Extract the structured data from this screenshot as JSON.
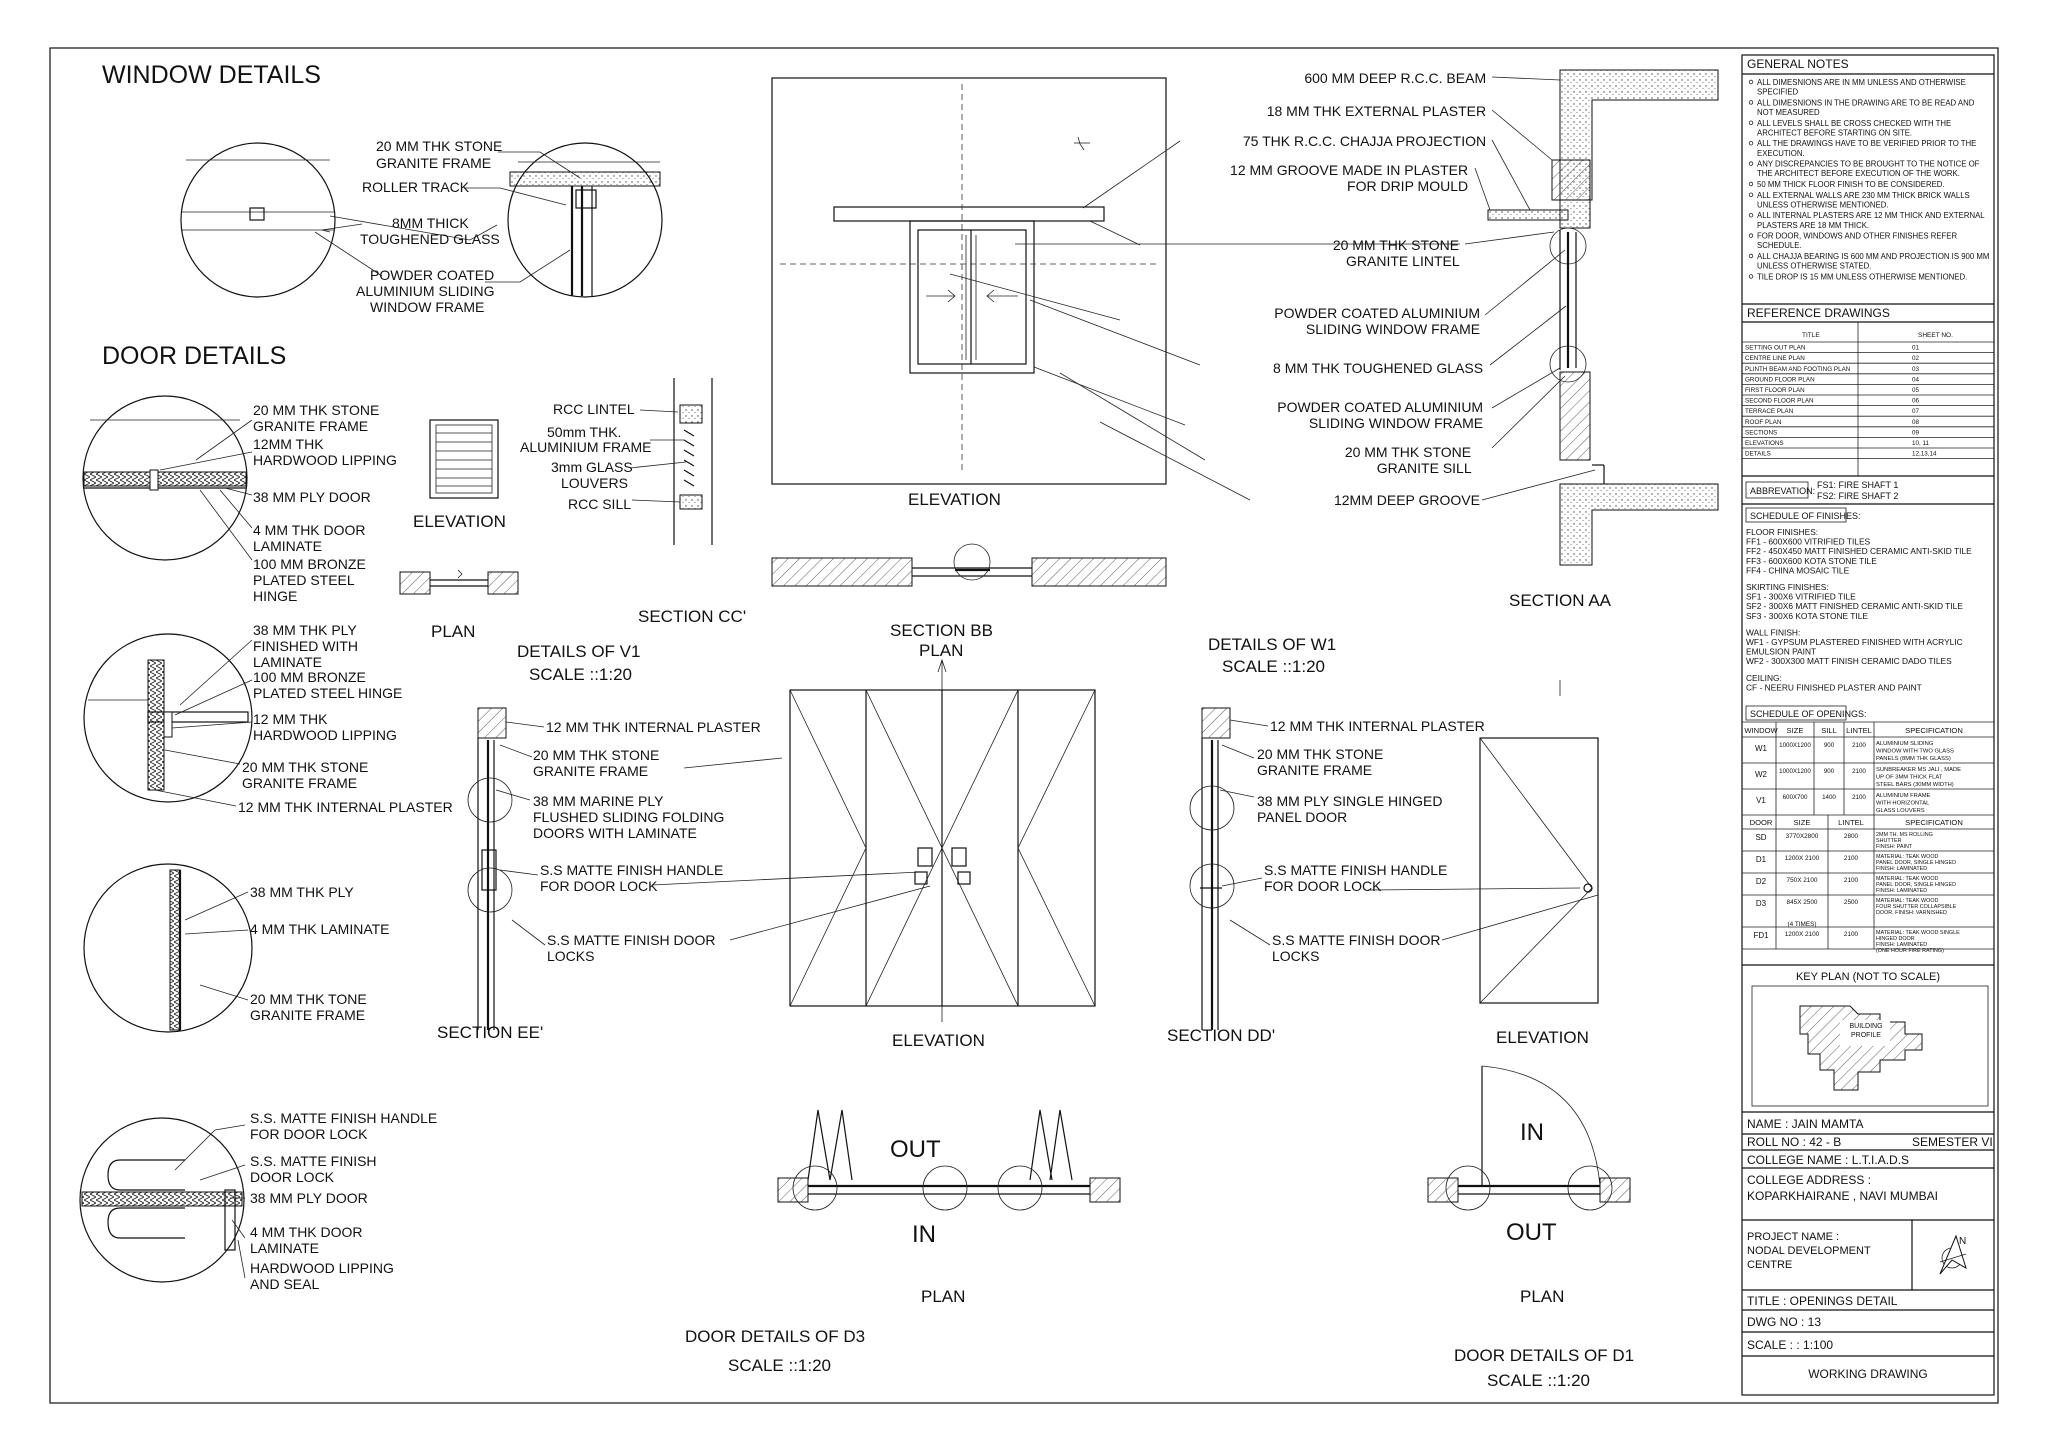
{
  "titles": {
    "window_details": "WINDOW DETAILS",
    "door_details": "DOOR DETAILS"
  },
  "window_detail": {
    "l1": "20 MM THK STONE",
    "l2": "GRANITE FRAME",
    "l3": "ROLLER TRACK",
    "l4": "8MM THICK",
    "l5": "TOUGHENED GLASS",
    "l6": "POWDER COATED",
    "l7": "ALUMINIUM SLIDING",
    "l8": "WINDOW FRAME"
  },
  "door_detail_1": {
    "l1": "20 MM THK STONE",
    "l2": "GRANITE FRAME",
    "l3": "12MM THK",
    "l4": "HARDWOOD LIPPING",
    "l5": "38 MM  PLY DOOR",
    "l6": "4 MM THK DOOR",
    "l7": "LAMINATE",
    "l8": "100 MM BRONZE",
    "l9": "PLATED STEEL",
    "l10": "HINGE"
  },
  "door_detail_2": {
    "l1": "38 MM THK PLY",
    "l2": "FINISHED WITH",
    "l3": "LAMINATE",
    "l4": "100 MM BRONZE",
    "l5": "PLATED STEEL HINGE",
    "l6": "12 MM THK",
    "l7": "HARDWOOD LIPPING",
    "l8": "20 MM THK STONE",
    "l9": "GRANITE FRAME",
    "l10": "12 MM THK INTERNAL PLASTER"
  },
  "door_detail_3": {
    "l1": "38 MM THK PLY",
    "l2": "4 MM THK LAMINATE",
    "l3": "20 MM THK TONE",
    "l4": "GRANITE FRAME"
  },
  "door_detail_4": {
    "l1": "S.S. MATTE FINISH HANDLE",
    "l2": "FOR DOOR LOCK",
    "l3": "S.S. MATTE FINISH",
    "l4": "DOOR LOCK",
    "l5": "38 MM PLY DOOR",
    "l6": "4 MM THK DOOR",
    "l7": "LAMINATE",
    "l8": "HARDWOOD LIPPING",
    "l9": "AND SEAL"
  },
  "v1": {
    "l1": "RCC LINTEL",
    "l2": "50mm THK.",
    "l3": "ALUMINIUM FRAME",
    "l4": "3mm GLASS",
    "l5": "LOUVERS",
    "l6": "RCC SILL",
    "elevation": "ELEVATION",
    "plan": "PLAN",
    "section_cc": "SECTION CC'"
  },
  "w1_elev": {
    "elevation": "ELEVATION",
    "section_bb": "SECTION  BB",
    "plan": "PLAN",
    "l1": "600 MM DEEP R.C.C. BEAM",
    "l2": "18 MM THK EXTERNAL PLASTER",
    "l3": "75 THK R.C.C. CHAJJA PROJECTION",
    "l4": "12 MM GROOVE MADE IN PLASTER",
    "l5": "FOR DRIP MOULD",
    "l6": "20 MM THK STONE",
    "l7": "GRANITE LINTEL",
    "l8": "POWDER COATED ALUMINIUM",
    "l9": "SLIDING WINDOW FRAME",
    "l10": "8 MM THK TOUGHENED GLASS",
    "l11": "POWDER COATED ALUMINIUM",
    "l12": "SLIDING WINDOW FRAME",
    "l13": "20 MM THK STONE",
    "l14": "GRANITE SILL",
    "l15": "12MM DEEP GROOVE",
    "section_aa": "SECTION  AA"
  },
  "d3": {
    "details_v1": "DETAILS OF V1",
    "scale_v1": "SCALE ::1:20",
    "l1": "12 MM THK INTERNAL PLASTER",
    "l2": "20 MM THK STONE",
    "l3": "GRANITE FRAME",
    "l4": "38 MM MARINE PLY",
    "l5": "FLUSHED SLIDING FOLDING",
    "l6": "DOORS WITH LAMINATE",
    "l7": "S.S MATTE FINISH HANDLE",
    "l8": "FOR DOOR LOCK",
    "l9": "S.S MATTE FINISH  DOOR",
    "l10": "LOCKS",
    "section_ee": "SECTION EE'",
    "elevation": "ELEVATION",
    "out": "OUT",
    "in": "IN",
    "plan": "PLAN",
    "title": "DOOR DETAILS OF D3",
    "scale": "SCALE ::1:20"
  },
  "d1": {
    "details_w1": "DETAILS OF W1",
    "scale_w1": "SCALE ::1:20",
    "l1": "12 MM THK INTERNAL PLASTER",
    "l2": "20 MM THK STONE",
    "l3": "GRANITE FRAME",
    "l4": "38 MM PLY SINGLE HINGED",
    "l5": "PANEL DOOR",
    "l6": "S.S MATTE FINISH HANDLE",
    "l7": "FOR DOOR LOCK",
    "l8": "S.S MATTE FINISH  DOOR",
    "l9": "LOCKS",
    "section_dd": "SECTION DD'",
    "elevation": "ELEVATION",
    "in": "IN",
    "out": "OUT",
    "plan": "PLAN",
    "title": "DOOR DETAILS OF D1",
    "scale": "SCALE ::1:20"
  },
  "notes": {
    "heading": "GENERAL NOTES",
    "items": [
      [
        "ALL DIMESNIONS ARE IN MM UNLESS AND OTHERWISE",
        "SPECIFIED"
      ],
      [
        "ALL DIMESNIONS IN THE DRAWING ARE TO BE READ AND",
        "NOT MEASURED"
      ],
      [
        "ALL LEVELS SHALL BE CROSS CHECKED WITH THE",
        "ARCHITECT BEFORE STARTING ON SITE."
      ],
      [
        "ALL THE DRAWINGS HAVE TO BE VERIFIED PRIOR TO THE",
        "EXECUTION."
      ],
      [
        "ANY DISCREPANCIES TO BE BROUGHT TO THE NOTICE OF",
        "THE ARCHITECT BEFORE EXECUTION OF THE WORK."
      ],
      [
        "50 MM THICK FLOOR FINISH TO BE CONSIDERED."
      ],
      [
        "ALL EXTERNAL WALLS ARE 230 MM THICK BRICK WALLS",
        "UNLESS  OTHERWISE MENTIONED."
      ],
      [
        "ALL INTERNAL PLASTERS ARE 12 MM THICK AND EXTERNAL",
        "PLASTERS ARE 18 MM THICK."
      ],
      [
        "FOR DOOR, WINDOWS AND OTHER FINISHES REFER",
        "SCHEDULE."
      ],
      [
        "ALL CHAJJA BEARING IS 600 MM AND PROJECTION IS 900 MM",
        "UNLESS OTHERWISE STATED."
      ],
      [
        "TILE DROP IS 15 MM UNLESS OTHERWISE MENTIONED."
      ]
    ]
  },
  "reference": {
    "heading": "REFERENCE DRAWINGS",
    "col_title": "TITLE",
    "col_sheet": "SHEET NO.",
    "rows": [
      [
        "SETTING OUT PLAN",
        "01"
      ],
      [
        "CENTRE LINE PLAN",
        "02"
      ],
      [
        "PLINTH BEAM AND FOOTING PLAN",
        "03"
      ],
      [
        "GROUND FLOOR PLAN",
        "04"
      ],
      [
        "FIRST FLOOR PLAN",
        "05"
      ],
      [
        "SECOND FLOOR PLAN",
        "06"
      ],
      [
        "TERRACE PLAN",
        "07"
      ],
      [
        "ROOF PLAN",
        "08"
      ],
      [
        "SECTIONS",
        "09"
      ],
      [
        "ELEVATIONS",
        "10, 11"
      ],
      [
        "DETAILS",
        "12,13,14"
      ]
    ]
  },
  "abbreviation": {
    "label": "ABBREVATION:",
    "fs1": "FS1: FIRE SHAFT 1",
    "fs2": "FS2: FIRE SHAFT 2"
  },
  "finishes": {
    "heading": "SCHEDULE OF FINISHES:",
    "lines": [
      "FLOOR FINISHES:",
      "FF1 -  600X600 VITRIFIED TILES",
      "FF2 -  450X450 MATT FINISHED CERAMIC ANTI-SKID TILE",
      "FF3 -  600X600 KOTA STONE TILE",
      "FF4 - CHINA MOSAIC TILE",
      "",
      "SKIRTING FINISHES:",
      "SF1 - 300X6 VITRIFIED TILE",
      "SF2 - 300X6 MATT FINISHED CERAMIC ANTI-SKID TILE",
      "SF3 - 300X6 KOTA STONE TILE",
      "",
      "WALL FINISH:",
      "WF1 -  GYPSUM PLASTERED FINISHED WITH ACRYLIC",
      "EMULSION PAINT",
      "WF2 - 300X300 MATT FINISH CERAMIC DADO TILES",
      "",
      "CEILING:",
      "CF - NEERU FINISHED PLASTER AND PAINT"
    ]
  },
  "openings": {
    "heading": "SCHEDULE OF OPENINGS:",
    "win_headers": [
      "WINDOW",
      "SIZE",
      "SILL",
      "LINTEL",
      "SPECIFICATION"
    ],
    "windows": [
      [
        "W1",
        "1000X1200",
        "900",
        "2100",
        [
          "ALUMINIUM SLIDING",
          "WINDOW WITH TWO GLASS",
          "PANELS (8MM THK GLASS)"
        ]
      ],
      [
        "W2",
        "1000X1200",
        "900",
        "2100",
        [
          "SUNBREAKER MS JALI , MADE",
          "UP OF 3MM THICK  FLAT",
          "STEEL BARS (30MM WIDTH)"
        ]
      ],
      [
        "V1",
        "600X700",
        "1400",
        "2100",
        [
          "ALUMINIUM FRAME",
          "WITH HORIZONTAL",
          "GLASS LOUVERS"
        ]
      ]
    ],
    "door_headers": [
      "DOOR",
      "SIZE",
      "LINTEL",
      "SPECIFICATION"
    ],
    "doors": [
      [
        "SD",
        "3770X2800",
        "2800",
        [
          "2MM TH. MS ROLLING",
          "SHUTTER",
          "FINISH: PAINT"
        ]
      ],
      [
        "D1",
        "1200X 2100",
        "2100",
        [
          "MATERIAL: TEAK WOOD",
          "PANEL DOOR, SINGLE HINGED",
          "FINISH: LAMINATED"
        ]
      ],
      [
        "D2",
        "750X 2100",
        "2100",
        [
          "MATERIAL: TEAK WOOD",
          "PANEL DOOR, SINGLE HINGED",
          "FINISH: LAMINATED"
        ]
      ],
      [
        "D3",
        "845X 2500",
        "2500",
        [
          "MATERIAL: TEAK WOOD",
          "FOUR SHUTTER COLLAPSIBLE",
          "DOOR. FINISH: VARNISHED"
        ]
      ],
      [
        "",
        "(4 TIMES)",
        "",
        []
      ],
      [
        "FD1",
        "1200X 2100",
        "2100",
        [
          "MATERIAL: TEAK WOOD SINGLE",
          "HINGED DOOR",
          "FINISH: LAMINATED",
          "(ONE HOUR  FIRE RATING)"
        ]
      ]
    ]
  },
  "keyplan": {
    "heading": "KEY PLAN (NOT TO SCALE)",
    "label1": "BUILDING",
    "label2": "PROFILE"
  },
  "titleblock": {
    "name": "NAME : JAIN MAMTA",
    "roll": "ROLL NO : 42 - B",
    "semester": "SEMESTER VI",
    "college": "COLLEGE NAME : L.T.I.A.D.S",
    "address_label": "COLLEGE ADDRESS :",
    "address": "KOPARKHAIRANE , NAVI MUMBAI",
    "project_label": "PROJECT NAME :",
    "project1": "NODAL DEVELOPMENT",
    "project2": "CENTRE",
    "north": "N",
    "title": "TITLE : OPENINGS DETAIL",
    "dwg": "DWG NO : 13",
    "scale": "SCALE : : 1:100",
    "stage": "WORKING DRAWING"
  }
}
